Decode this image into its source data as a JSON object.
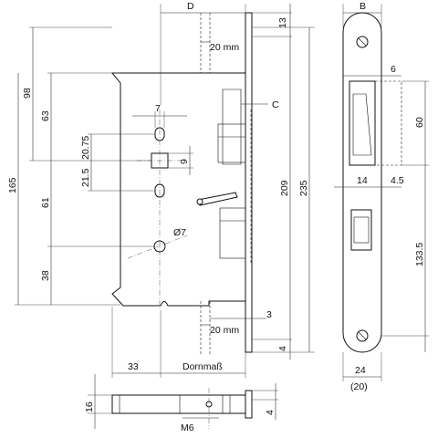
{
  "labels": {
    "d": "D",
    "b": "B",
    "c": "C",
    "twenty_top": "20 mm",
    "twenty_bottom": "20 mm",
    "thirteen": "13",
    "four_bottom": "4",
    "six": "6",
    "sixty": "60",
    "ninety_eight": "98",
    "sixty_three": "63",
    "seven": "7",
    "twenty_75": "20.75",
    "nine": "9",
    "one_sixty_five": "165",
    "twenty_one_5": "21.5",
    "sixty_one": "61",
    "two_oh_nine": "209",
    "two_thirty_five": "235",
    "fourteen": "14",
    "four_5": "4.5",
    "phi7": "Ø7",
    "one_thirty_three_5": "133.5",
    "thirty_eight": "38",
    "three": "3",
    "thirty_three": "33",
    "dornmass": "Dornmaß",
    "twenty_four": "24",
    "twenty_paren": "(20)",
    "sixteen": "16",
    "four_side": "4",
    "m6": "M6"
  }
}
